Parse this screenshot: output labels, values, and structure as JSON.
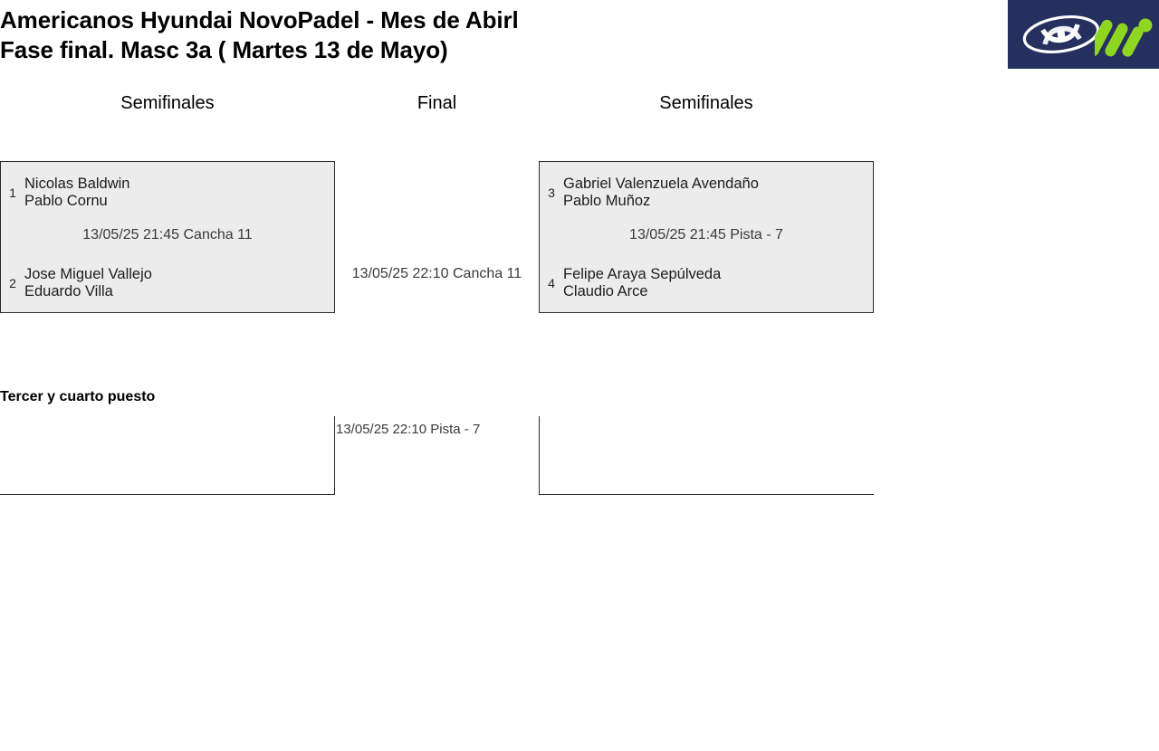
{
  "header": {
    "title_line1": "Americanos Hyundai NovoPadel - Mes de Abirl",
    "title_line2": "Fase final. Masc 3a ( Martes 13 de Mayo)",
    "logo": {
      "background_color": "#26305e",
      "hyundai_mark": "hyundai-oval-h-logo",
      "secondary_mark": "novopadel-m-logo",
      "secondary_mark_color": "#8ed621"
    }
  },
  "bracket": {
    "rounds": [
      {
        "key": "left",
        "label": "Semifinales"
      },
      {
        "key": "final",
        "label": "Final"
      },
      {
        "key": "right",
        "label": "Semifinales"
      }
    ],
    "matches": {
      "semifinal_left": {
        "meta": "13/05/25 21:45 Cancha 11",
        "teams": [
          {
            "seed": "1",
            "players": [
              "Nicolas Baldwin",
              "Pablo Cornu"
            ]
          },
          {
            "seed": "2",
            "players": [
              "Jose Miguel Vallejo",
              "Eduardo Villa"
            ]
          }
        ]
      },
      "semifinal_right": {
        "meta": "13/05/25 21:45 Pista - 7",
        "teams": [
          {
            "seed": "3",
            "players": [
              "Gabriel Valenzuela Avendaño",
              "Pablo Muñoz"
            ]
          },
          {
            "seed": "4",
            "players": [
              "Felipe Araya Sepúlveda",
              "Claudio Arce"
            ]
          }
        ]
      },
      "final": {
        "meta": "13/05/25 22:10 Cancha 11",
        "teams": [
          {
            "seed": "",
            "players": [
              "",
              ""
            ]
          },
          {
            "seed": "",
            "players": [
              "",
              ""
            ]
          }
        ]
      }
    }
  },
  "third_place": {
    "title": "Tercer y cuarto puesto",
    "meta": "13/05/25 22:10 Pista - 7",
    "teams": [
      {
        "seed": "",
        "players": [
          "",
          ""
        ]
      },
      {
        "seed": "",
        "players": [
          "",
          ""
        ]
      }
    ]
  }
}
